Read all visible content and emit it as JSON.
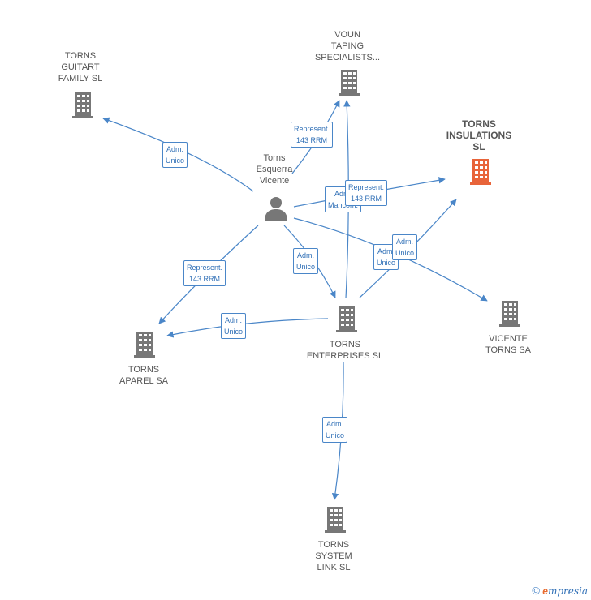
{
  "colors": {
    "edge": "#4a86c8",
    "node": "#777777",
    "highlight": "#e8643a"
  },
  "person": {
    "name": "Torns\nEsquerra\nVicente",
    "icon": "person-icon"
  },
  "companies": [
    {
      "id": "guitart",
      "name": "TORNS\nGUITART\nFAMILY  SL",
      "highlight": false
    },
    {
      "id": "voun",
      "name": "VOUN\nTAPING\nSPECIALISTS...",
      "highlight": false
    },
    {
      "id": "insulations",
      "name": "TORNS\nINSULATIONS\nSL",
      "highlight": true
    },
    {
      "id": "enterprises",
      "name": "TORNS\nENTERPRISES SL",
      "highlight": false
    },
    {
      "id": "vicente",
      "name": "VICENTE\nTORNS SA",
      "highlight": false
    },
    {
      "id": "aparel",
      "name": "TORNS\nAPAREL SA",
      "highlight": false
    },
    {
      "id": "system",
      "name": "TORNS\nSYSTEM\nLINK  SL",
      "highlight": false
    }
  ],
  "edge_labels": [
    "Adm.\nUnico",
    "Represent.\n143 RRM",
    "Adm.\nMancom.",
    "Represent.\n143 RRM",
    "Adm.\nUnico",
    "Adm.\nUnico",
    "Represent.\n143 RRM",
    "Adm.\nUnico",
    "Adm.\nUnico",
    "Adm.\nUnico"
  ],
  "footer": {
    "copyright": "©",
    "brand_first": "e",
    "brand_rest": "mpresia"
  }
}
